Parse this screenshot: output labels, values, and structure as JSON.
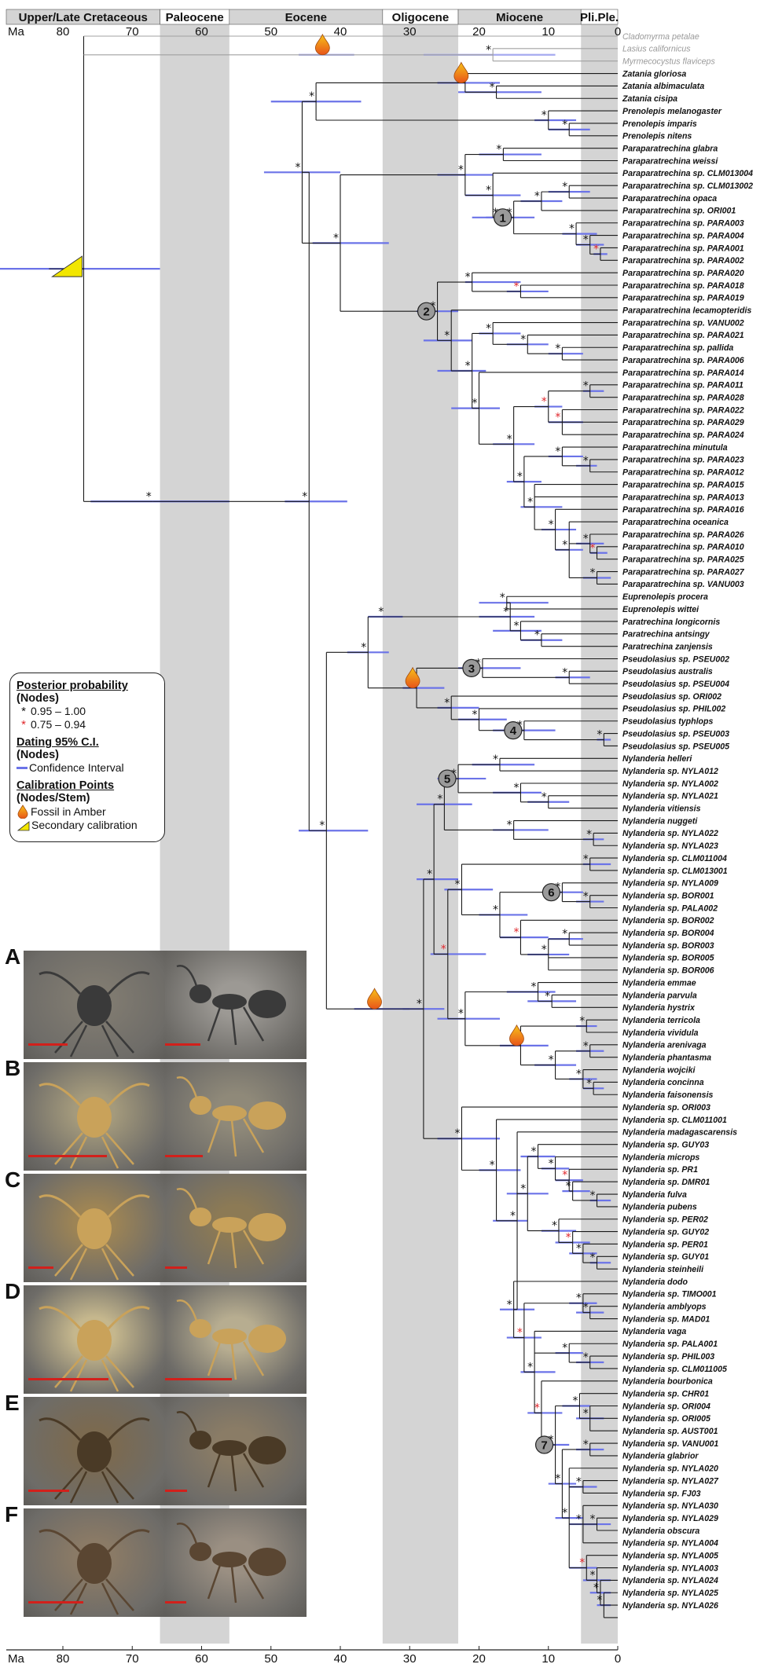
{
  "time_axis": {
    "unit_label": "Ma",
    "ticks": [
      80,
      70,
      60,
      50,
      40,
      30,
      20,
      10,
      0
    ]
  },
  "epochs": [
    {
      "name": "Upper/Late Cretaceous",
      "from": 90,
      "to": 66,
      "shaded": false
    },
    {
      "name": "Paleocene",
      "from": 66,
      "to": 56,
      "shaded": true
    },
    {
      "name": "Eocene",
      "from": 56,
      "to": 33.9,
      "shaded": false
    },
    {
      "name": "Oligocene",
      "from": 33.9,
      "to": 23,
      "shaded": true
    },
    {
      "name": "Miocene",
      "from": 23,
      "to": 5.3,
      "shaded": false
    },
    {
      "name": "Pli.Ple.",
      "from": 5.3,
      "to": 0,
      "shaded": true
    }
  ],
  "taxa": [
    "Cladomyrma petalae",
    "Lasius californicus",
    "Myrmecocystus flaviceps",
    "Zatania gloriosa",
    "Zatania albimaculata",
    "Zatania cisipa",
    "Prenolepis melanogaster",
    "Prenolepis imparis",
    "Prenolepis nitens",
    "Paraparatrechina glabra",
    "Paraparatrechina weissi",
    "Paraparatrechina sp. CLM013004",
    "Paraparatrechina sp. CLM013002",
    "Paraparatrechina opaca",
    "Paraparatrechina sp. ORI001",
    "Paraparatrechina sp. PARA003",
    "Paraparatrechina sp. PARA004",
    "Paraparatrechina sp. PARA001",
    "Paraparatrechina sp. PARA002",
    "Paraparatrechina sp. PARA020",
    "Paraparatrechina sp. PARA018",
    "Paraparatrechina sp. PARA019",
    "Paraparatrechina lecamopteridis",
    "Paraparatrechina sp. VANU002",
    "Paraparatrechina sp. PARA021",
    "Paraparatrechina sp. pallida",
    "Paraparatrechina sp. PARA006",
    "Paraparatrechina sp. PARA014",
    "Paraparatrechina sp. PARA011",
    "Paraparatrechina sp. PARA028",
    "Paraparatrechina sp. PARA022",
    "Paraparatrechina sp. PARA029",
    "Paraparatrechina sp. PARA024",
    "Paraparatrechina minutula",
    "Paraparatrechina sp. PARA023",
    "Paraparatrechina sp. PARA012",
    "Paraparatrechina sp. PARA015",
    "Paraparatrechina sp. PARA013",
    "Paraparatrechina sp. PARA016",
    "Paraparatrechina oceanica",
    "Paraparatrechina sp. PARA026",
    "Paraparatrechina sp. PARA010",
    "Paraparatrechina sp. PARA025",
    "Paraparatrechina sp. PARA027",
    "Paraparatrechina sp. VANU003",
    "Euprenolepis procera",
    "Euprenolepis wittei",
    "Paratrechina longicornis",
    "Paratrechina antsingy",
    "Paratrechina zanjensis",
    "Pseudolasius sp. PSEU002",
    "Pseudolasius australis",
    "Pseudolasius sp. PSEU004",
    "Pseudolasius sp. ORI002",
    "Pseudolasius sp. PHIL002",
    "Pseudolasius typhlops",
    "Pseudolasius sp. PSEU003",
    "Pseudolasius sp. PSEU005",
    "Nylanderia helleri",
    "Nylanderia sp. NYLA012",
    "Nylanderia sp. NYLA002",
    "Nylanderia sp. NYLA021",
    "Nylanderia vitiensis",
    "Nylanderia nuggeti",
    "Nylanderia sp. NYLA022",
    "Nylanderia sp. NYLA023",
    "Nylanderia sp. CLM011004",
    "Nylanderia sp. CLM013001",
    "Nylanderia sp. NYLA009",
    "Nylanderia sp. BOR001",
    "Nylanderia sp. PALA002",
    "Nylanderia sp. BOR002",
    "Nylanderia sp. BOR004",
    "Nylanderia sp. BOR003",
    "Nylanderia sp. BOR005",
    "Nylanderia sp. BOR006",
    "Nylanderia emmae",
    "Nylanderia parvula",
    "Nylanderia hystrix",
    "Nylanderia terricola",
    "Nylanderia vividula",
    "Nylanderia arenivaga",
    "Nylanderia phantasma",
    "Nylanderia wojciki",
    "Nylanderia concinna",
    "Nylanderia faisonensis",
    "Nylanderia sp. ORI003",
    "Nylanderia sp. CLM011001",
    "Nylanderia madagascarensis",
    "Nylanderia sp. GUY03",
    "Nylanderia microps",
    "Nylanderia sp. PR1",
    "Nylanderia sp. DMR01",
    "Nylanderia fulva",
    "Nylanderia pubens",
    "Nylanderia sp. PER02",
    "Nylanderia sp. GUY02",
    "Nylanderia sp. PER01",
    "Nylanderia sp. GUY01",
    "Nylanderia steinheili",
    "Nylanderia dodo",
    "Nylanderia sp. TIMO001",
    "Nylanderia amblyops",
    "Nylanderia sp. MAD01",
    "Nylanderia vaga",
    "Nylanderia sp. PALA001",
    "Nylanderia sp. PHIL003",
    "Nylanderia sp. CLM011005",
    "Nylanderia bourbonica",
    "Nylanderia sp. CHR01",
    "Nylanderia sp. ORI004",
    "Nylanderia sp. ORI005",
    "Nylanderia sp. AUST001",
    "Nylanderia sp. VANU001",
    "Nylanderia glabrior",
    "Nylanderia sp. NYLA020",
    "Nylanderia sp. NYLA027",
    "Nylanderia sp. FJ03",
    "Nylanderia sp. NYLA030",
    "Nylanderia sp. NYLA029",
    "Nylanderia obscura",
    "Nylanderia sp. NYLA004",
    "Nylanderia sp. NYLA005",
    "Nylanderia sp. NYLA003",
    "Nylanderia sp. NYLA024",
    "Nylanderia sp. NYLA025",
    "Nylanderia sp. NYLA026"
  ],
  "numbered_nodes": [
    "1",
    "2",
    "3",
    "4",
    "5",
    "6",
    "7"
  ],
  "legend": {
    "posterior_title": "Posterior probability",
    "posterior_sub": "(Nodes)",
    "pp_high": "0.95 – 1.00",
    "pp_mid": "0.75 – 0.94",
    "dating_title": "Dating 95% C.I.",
    "dating_sub": "(Nodes)",
    "ci_label": "Confidence Interval",
    "calib_title": "Calibration Points",
    "calib_sub": "(Nodes/Stem)",
    "amber_label": "Fossil in Amber",
    "secondary_label": "Secondary calibration"
  },
  "panels": [
    "A",
    "B",
    "C",
    "D",
    "E",
    "F"
  ],
  "colors": {
    "ci_bar": "#6b73e8",
    "star_high": "#111111",
    "star_mid": "#e0262b",
    "epoch_shade": "#d4d4d4",
    "amber_top": "#f7c21a",
    "amber_bottom": "#e8541a",
    "secondary_triangle": "#f2e600",
    "scale_bar": "#d2201b"
  }
}
